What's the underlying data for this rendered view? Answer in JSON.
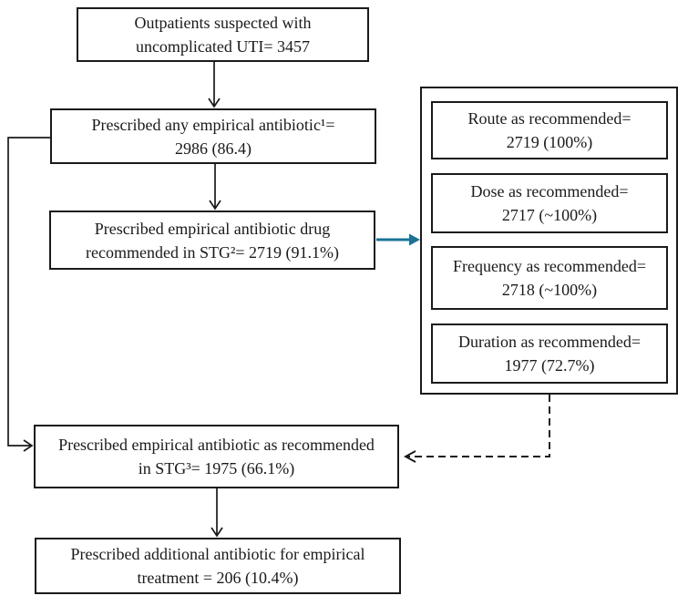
{
  "colors": {
    "line": "#1a1a1a",
    "highlight_arrow": "#1B7396"
  },
  "boxes": {
    "outpatients": {
      "line1": "Outpatients suspected with",
      "line2": "uncomplicated UTI= 3457"
    },
    "any_empirical": {
      "line1": "Prescribed any empirical antibiotic¹=",
      "line2": "2986 (86.4)"
    },
    "stg_drug": {
      "line1": "Prescribed empirical antibiotic drug",
      "line2": "recommended in STG²= 2719 (91.1%)"
    },
    "route": {
      "line1": "Route as recommended=",
      "line2": "2719 (100%)"
    },
    "dose": {
      "line1": "Dose as recommended=",
      "line2": "2717 (~100%)"
    },
    "frequency": {
      "line1": "Frequency as recommended=",
      "line2": "2718 (~100%)"
    },
    "duration": {
      "line1": "Duration as recommended=",
      "line2": "1977 (72.7%)"
    },
    "stg_overall": {
      "line1": "Prescribed empirical antibiotic as recommended",
      "line2": "in STG³= 1975 (66.1%)"
    },
    "additional": {
      "line1": "Prescribed additional antibiotic for empirical",
      "line2": "treatment = 206 (10.4%)"
    }
  }
}
